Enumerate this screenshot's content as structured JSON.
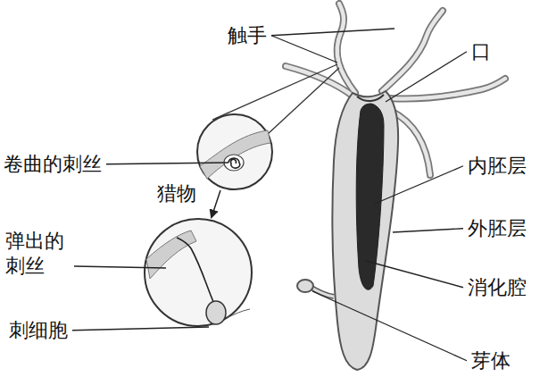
{
  "diagram": {
    "labels": [
      "触手",
      "口",
      "卷曲的刺丝",
      "猎物",
      "弹出的 刺丝",
      "刺细胞",
      "内胚层",
      "外胚层",
      "消化腔",
      "芽体"
    ]
  }
}
